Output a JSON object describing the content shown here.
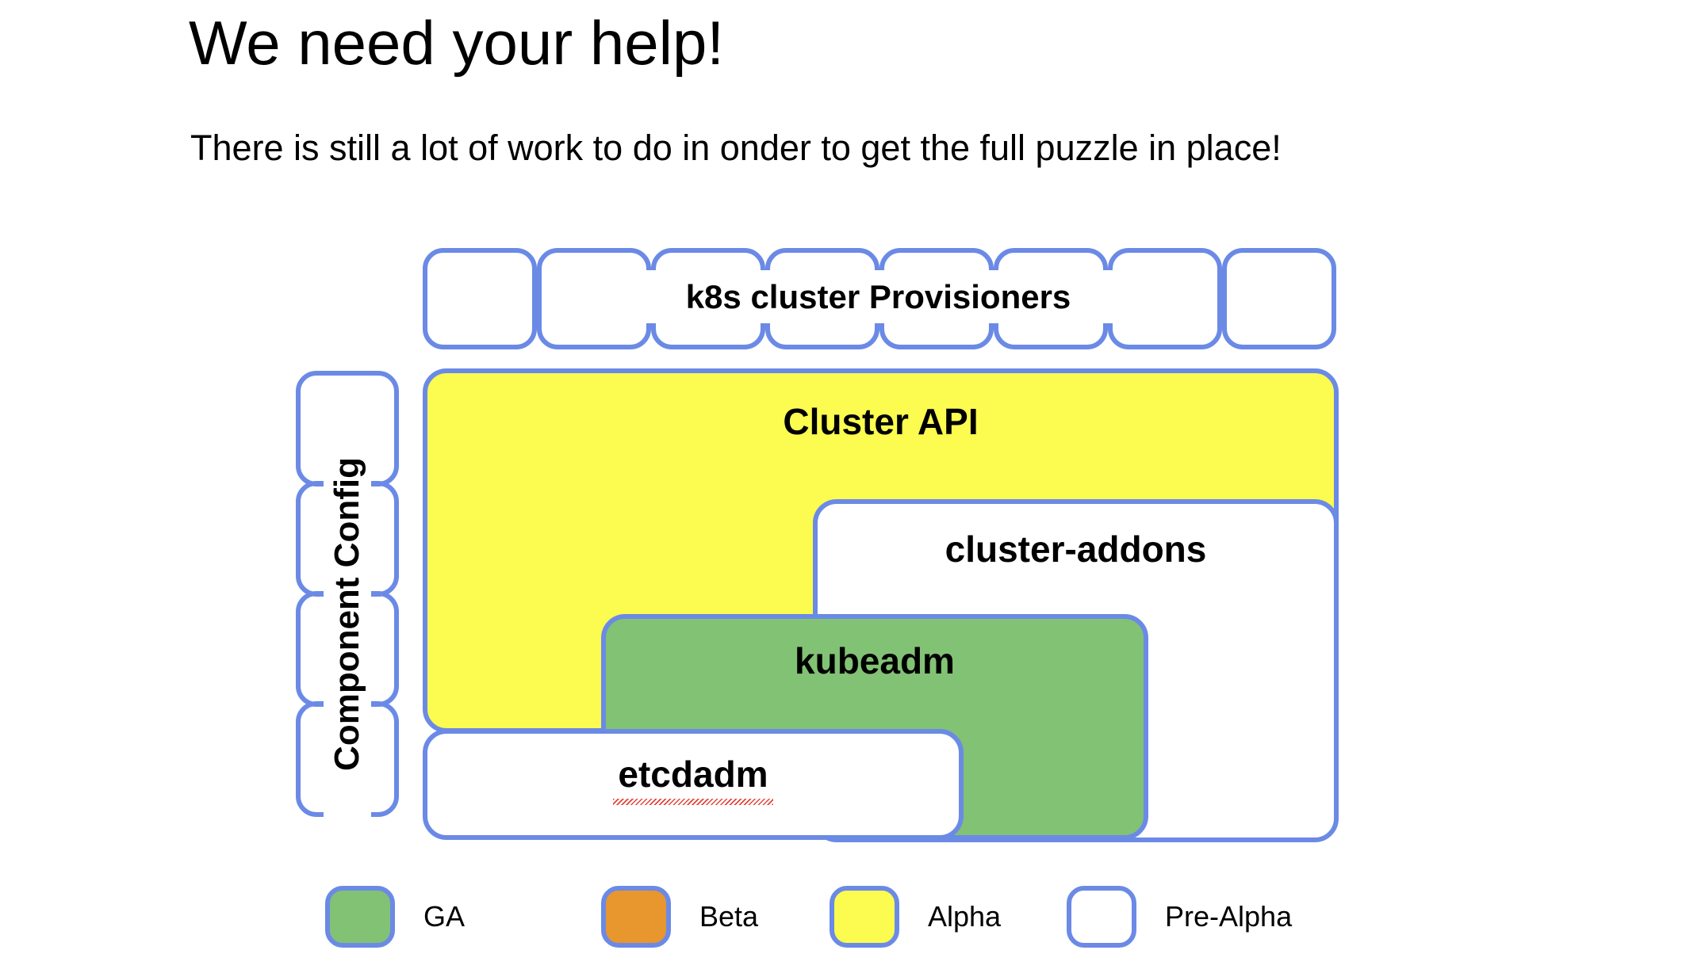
{
  "slide": {
    "title": "We need your help!",
    "subtitle": "There is still a lot of work to do in onder to get the full puzzle in place!"
  },
  "colors": {
    "border_blue": "#6B8AE6",
    "ga_green": "#82C274",
    "beta_orange": "#E8962E",
    "beta_orange_dark": "#CE7B3C",
    "alpha_yellow": "#FBFB50",
    "prealpha_white": "#FFFFFF",
    "spellcheck_red": "#E03A2F"
  },
  "provisioners": {
    "banner_label": "k8s cluster Provisioners",
    "boxes": [
      {
        "maturity": "GA",
        "fill": "#82C274"
      },
      {
        "maturity": "GA",
        "fill": "#82C274"
      },
      {
        "maturity": "GA",
        "fill": "#82C274"
      },
      {
        "maturity": "Beta",
        "fill": "#E8962E"
      },
      {
        "maturity": "Beta",
        "fill": "#E8962E"
      },
      {
        "maturity": "Beta",
        "fill": "#E8962E"
      },
      {
        "maturity": "Alpha",
        "fill": "#FBFB50"
      },
      {
        "maturity": "Pre-Alpha",
        "fill": "#FFFFFF"
      }
    ]
  },
  "component_config": {
    "banner_label": "Component Config",
    "boxes": [
      {
        "maturity": "Pre-Alpha",
        "fill": "#FFFFFF"
      },
      {
        "maturity": "Pre-Alpha",
        "fill": "#FFFFFF"
      },
      {
        "maturity": "Alpha",
        "fill": "#FBFB50"
      },
      {
        "maturity": "Beta",
        "fill": "#CE7B3C"
      }
    ]
  },
  "nodes": {
    "cluster_api": {
      "label": "Cluster API",
      "maturity": "Alpha",
      "fill": "#FBFB50"
    },
    "cluster_addons": {
      "label": "cluster-addons",
      "maturity": "Pre-Alpha",
      "fill": "#FFFFFF"
    },
    "kubeadm": {
      "label": "kubeadm",
      "maturity": "GA",
      "fill": "#82C274"
    },
    "etcdadm": {
      "label": "etcdadm",
      "maturity": "Pre-Alpha",
      "fill": "#FFFFFF",
      "spellchecked": true
    }
  },
  "legend": {
    "items": [
      {
        "label": "GA",
        "fill": "#82C274"
      },
      {
        "label": "Beta",
        "fill": "#E8962E"
      },
      {
        "label": "Alpha",
        "fill": "#FBFB50"
      },
      {
        "label": "Pre-Alpha",
        "fill": "#FFFFFF"
      }
    ]
  }
}
